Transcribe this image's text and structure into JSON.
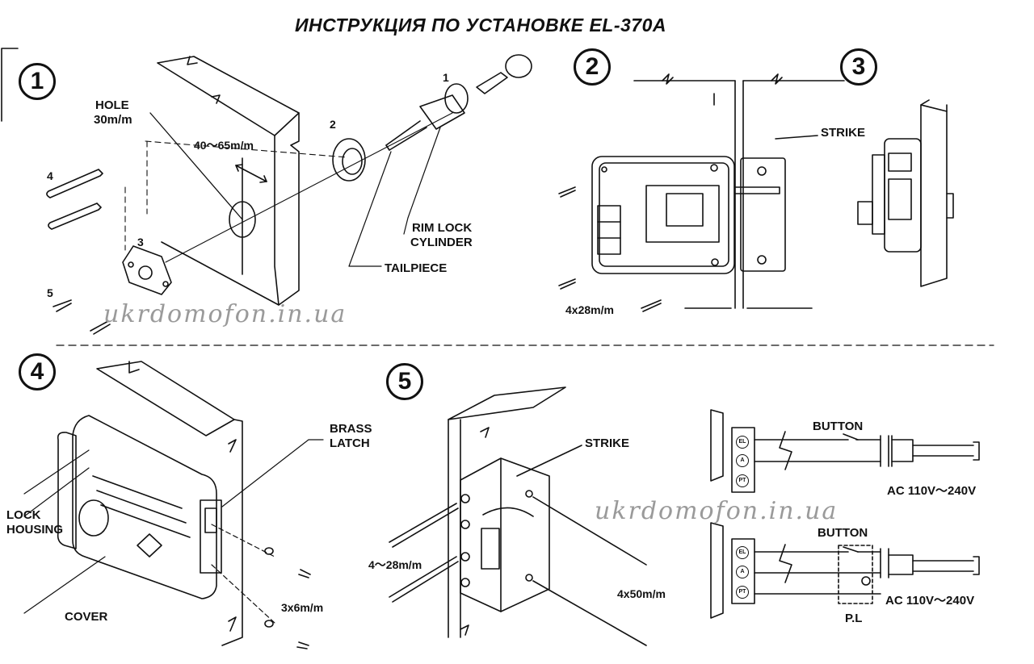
{
  "title": "ИНСТРУКЦИЯ ПО УСТАНОВКЕ EL-370A",
  "steps": [
    "1",
    "2",
    "3",
    "4",
    "5"
  ],
  "step1": {
    "hole_label": "HOLE",
    "hole_size": "30m/m",
    "thickness": "40～65m/m",
    "part_numbers": [
      "1",
      "2",
      "3",
      "4",
      "5"
    ],
    "rim_lock_line1": "RIM LOCK",
    "rim_lock_line2": "CYLINDER",
    "tailpiece": "TAILPIECE"
  },
  "step2": {
    "strike": "STRIKE",
    "screw_size": "4x28m/m"
  },
  "step4": {
    "brass_line1": "BRASS",
    "brass_line2": "LATCH",
    "lock_line1": "LOCK",
    "lock_line2": "HOUSING",
    "cover": "COVER",
    "screw_size": "3x6m/m"
  },
  "step5": {
    "strike": "STRIKE",
    "screw_left": "4～28m/m",
    "screw_right": "4x50m/m"
  },
  "wiring": {
    "button_top": "BUTTON",
    "button_bottom": "BUTTON",
    "power_top": "AC 110V～240V",
    "power_bottom": "AC 110V～240V",
    "pilot_lamp": "P.L",
    "terminals": [
      "EL",
      "A",
      "PT"
    ]
  },
  "watermark": "ukrdomofon.in.ua",
  "colors": {
    "ink": "#111111",
    "watermark": "#9a9a9a",
    "paper": "#ffffff"
  }
}
